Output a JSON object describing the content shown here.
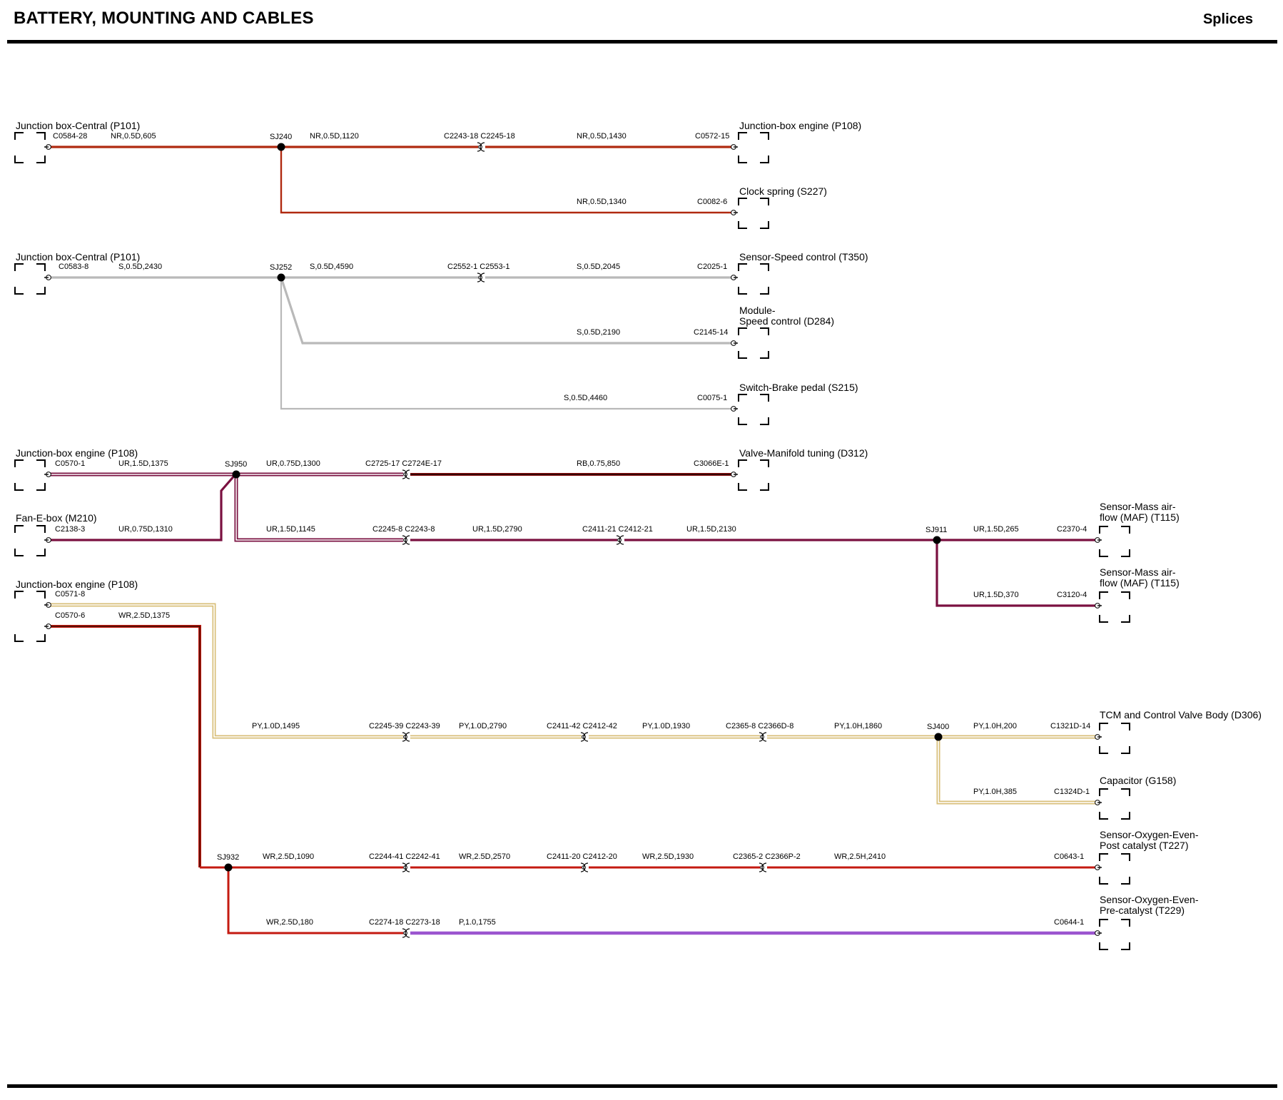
{
  "header": {
    "title": "BATTERY, MOUNTING AND CABLES",
    "section": "Splices"
  },
  "colors": {
    "NR": "#b02a10",
    "S": "#b9b9b9",
    "UR": "#7a1040",
    "RB": "#8a1010",
    "PY": "#d8bf7a",
    "WR": "#c41a10",
    "P": "#9b55cf"
  },
  "devices": [
    {
      "id": "d1",
      "lines": [
        "Junction box-Central (P101)"
      ]
    },
    {
      "id": "d2",
      "lines": [
        "Junction-box engine (P108)"
      ]
    },
    {
      "id": "d3",
      "lines": [
        "Clock spring (S227)"
      ]
    },
    {
      "id": "d4",
      "lines": [
        "Junction box-Central (P101)"
      ]
    },
    {
      "id": "d5",
      "lines": [
        "Sensor-Speed control (T350)"
      ]
    },
    {
      "id": "d6",
      "lines": [
        "Module-",
        "Speed control (D284)"
      ]
    },
    {
      "id": "d7",
      "lines": [
        "Switch-Brake pedal (S215)"
      ]
    },
    {
      "id": "d8",
      "lines": [
        "Junction-box engine (P108)"
      ]
    },
    {
      "id": "d9",
      "lines": [
        "Valve-Manifold tuning (D312)"
      ]
    },
    {
      "id": "d10",
      "lines": [
        "Fan-E-box (M210)"
      ]
    },
    {
      "id": "d11",
      "lines": [
        "Sensor-Mass air-",
        "flow (MAF) (T115)"
      ]
    },
    {
      "id": "d12",
      "lines": [
        "Sensor-Mass air-",
        "flow (MAF) (T115)"
      ]
    },
    {
      "id": "d13",
      "lines": [
        "Junction-box engine (P108)"
      ]
    },
    {
      "id": "d14",
      "lines": [
        "TCM and Control Valve Body (D306)"
      ]
    },
    {
      "id": "d15",
      "lines": [
        "Capacitor (G158)"
      ]
    },
    {
      "id": "d16",
      "lines": [
        "Sensor-Oxygen-Even-",
        "Post catalyst (T227)"
      ]
    },
    {
      "id": "d17",
      "lines": [
        "Sensor-Oxygen-Even-",
        "Pre-catalyst (T229)"
      ]
    }
  ],
  "splices": [
    "SJ240",
    "SJ252",
    "SJ950",
    "SJ911",
    "SJ400",
    "SJ932"
  ],
  "connectors": [
    "C0584-28",
    "C2243-18",
    "C2245-18",
    "C0572-15",
    "C0082-6",
    "C0583-8",
    "C2552-1",
    "C2553-1",
    "C2025-1",
    "C2145-14",
    "C0075-1",
    "C0570-1",
    "C2725-17",
    "C2724E-17",
    "C3066E-1",
    "C2138-3",
    "C2245-8",
    "C2243-8",
    "C2411-21",
    "C2412-21",
    "C2370-4",
    "C3120-4",
    "C0571-8",
    "C0570-6",
    "C2245-39",
    "C2243-39",
    "C2411-42",
    "C2412-42",
    "C2365-8",
    "C2366D-8",
    "C1321D-14",
    "C1324D-1",
    "C2244-41",
    "C2242-41",
    "C2411-20",
    "C2412-20",
    "C2365-2",
    "C2366P-2",
    "C0643-1",
    "C2274-18",
    "C2273-18",
    "C0644-1"
  ],
  "wires": [
    "NR,0.5D,605",
    "NR,0.5D,1120",
    "NR,0.5D,1430",
    "NR,0.5D,1340",
    "S,0.5D,2430",
    "S,0.5D,4590",
    "S,0.5D,2045",
    "S,0.5D,2190",
    "S,0.5D,4460",
    "UR,1.5D,1375",
    "UR,0.75D,1300",
    "RB,0.75,850",
    "UR,0.75D,1310",
    "UR,1.5D,1145",
    "UR,1.5D,2790",
    "UR,1.5D,2130",
    "UR,1.5D,265",
    "UR,1.5D,370",
    "WR,2.5D,1375",
    "PY,1.0D,1495",
    "PY,1.0D,2790",
    "PY,1.0D,1930",
    "PY,1.0H,1860",
    "PY,1.0H,200",
    "PY,1.0H,385",
    "WR,2.5D,1090",
    "WR,2.5D,2570",
    "WR,2.5D,1930",
    "WR,2.5H,2410",
    "WR,2.5D,180",
    "P,1.0,1755"
  ]
}
